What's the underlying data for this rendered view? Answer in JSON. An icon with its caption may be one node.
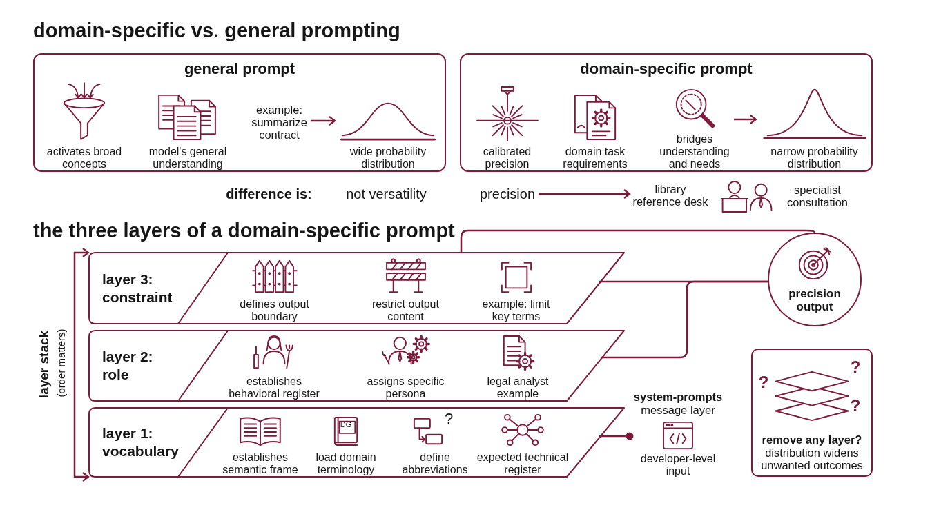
{
  "diagram": {
    "title": "domain-specific vs. general prompting",
    "nodes": [
      {
        "text": [
          "general prompt"
        ]
      },
      {
        "text": [
          "activates broad concepts"
        ],
        "in": 0
      },
      {
        "text": [
          "model's general understanding"
        ],
        "in": 0
      },
      {
        "text": [
          "example: summarize contract"
        ],
        "in": 0
      },
      {
        "text": [
          "wide probability distribution"
        ],
        "in": 0
      },
      {
        "text": [
          "domain-specific prompt"
        ]
      },
      {
        "text": [
          "calibrated precision"
        ],
        "in": 5
      },
      {
        "text": [
          "domain task requirements"
        ],
        "in": 5
      },
      {
        "text": [
          "bridges understanding and needs"
        ],
        "in": 5
      },
      {
        "text": [
          "narrow probability distribution"
        ],
        "in": 5
      },
      {
        "text": [
          "precision"
        ]
      },
      {
        "text": [
          "library reference desk"
        ]
      },
      {
        "text": [
          "layer 3: constraint"
        ]
      },
      {
        "text": [
          "defines output boundary"
        ],
        "in": 12
      },
      {
        "text": [
          "restrict output content"
        ],
        "in": 12
      },
      {
        "text": [
          "example: limit key terms"
        ],
        "in": 12
      },
      {
        "text": [
          "layer 2: role"
        ]
      },
      {
        "text": [
          "establishes behavioral register"
        ],
        "in": 16
      },
      {
        "text": [
          "assigns specific persona"
        ],
        "in": 16
      },
      {
        "text": [
          "legal analyst example"
        ],
        "in": 16
      },
      {
        "text": [
          "layer 1: vocabulary"
        ]
      },
      {
        "text": [
          "establishes semantic frame"
        ],
        "in": 20
      },
      {
        "text": [
          "load domain terminology"
        ],
        "in": 20
      },
      {
        "text": [
          "define abbreviations"
        ],
        "in": 20
      },
      {
        "text": [
          "expected technical register"
        ],
        "in": 20
      },
      {
        "text": [
          "precision output"
        ]
      },
      {
        "text": [
          "system-prompts",
          "message layer",
          "developer-level input"
        ]
      },
      {
        "text": [
          "remove any layer?",
          "distribution widens unwanted outcomes"
        ]
      }
    ],
    "edges": [
      {
        "from": 3,
        "to": 4,
        "arrow": "to"
      },
      {
        "from": 8,
        "to": 9,
        "arrow": "to"
      },
      {
        "from": 10,
        "to": 11,
        "arrow": "to"
      },
      {
        "from": 12,
        "to": 25,
        "arrow": "none"
      },
      {
        "from": 12,
        "to": 25,
        "arrow": "none"
      },
      {
        "from": 16,
        "to": 25,
        "arrow": "none"
      },
      {
        "from": 20,
        "to": 26,
        "arrow": "other"
      },
      {
        "from": 12,
        "to": 20,
        "arrow": "both"
      }
    ],
    "labels": [
      "difference is:",
      "not versatility",
      "specialist consultation",
      "the three layers of a domain-specific prompt",
      "DG",
      "?",
      "layer stack",
      "(order matters)",
      "?",
      "?",
      "?"
    ]
  }
}
